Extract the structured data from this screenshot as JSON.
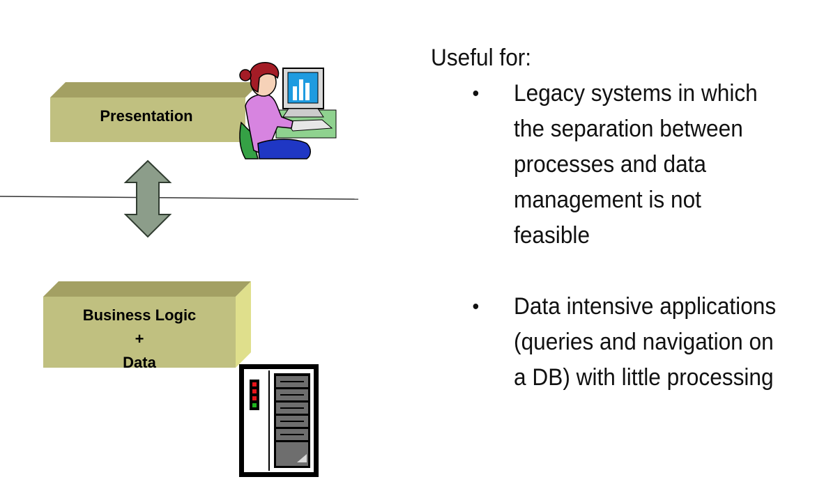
{
  "boxes": {
    "presentation": "Presentation",
    "business_logic_lines": [
      "Business Logic",
      "+",
      "Data"
    ]
  },
  "useful_for": {
    "heading": "Useful for:",
    "bullets": [
      "Legacy systems in which the separation between processes and data management is not feasible",
      "Data intensive applications (queries and navigation on a DB) with little processing"
    ]
  },
  "icons": [
    "user-at-computer-icon",
    "server-rack-icon",
    "double-arrow-icon"
  ],
  "colors": {
    "box_front": "#c0c080",
    "box_top": "#a3a063",
    "box_side": "#dfdf8c",
    "arrow": "#8c9d8a",
    "server_led_red": "#e8141a",
    "server_led_green": "#1eb41e"
  }
}
